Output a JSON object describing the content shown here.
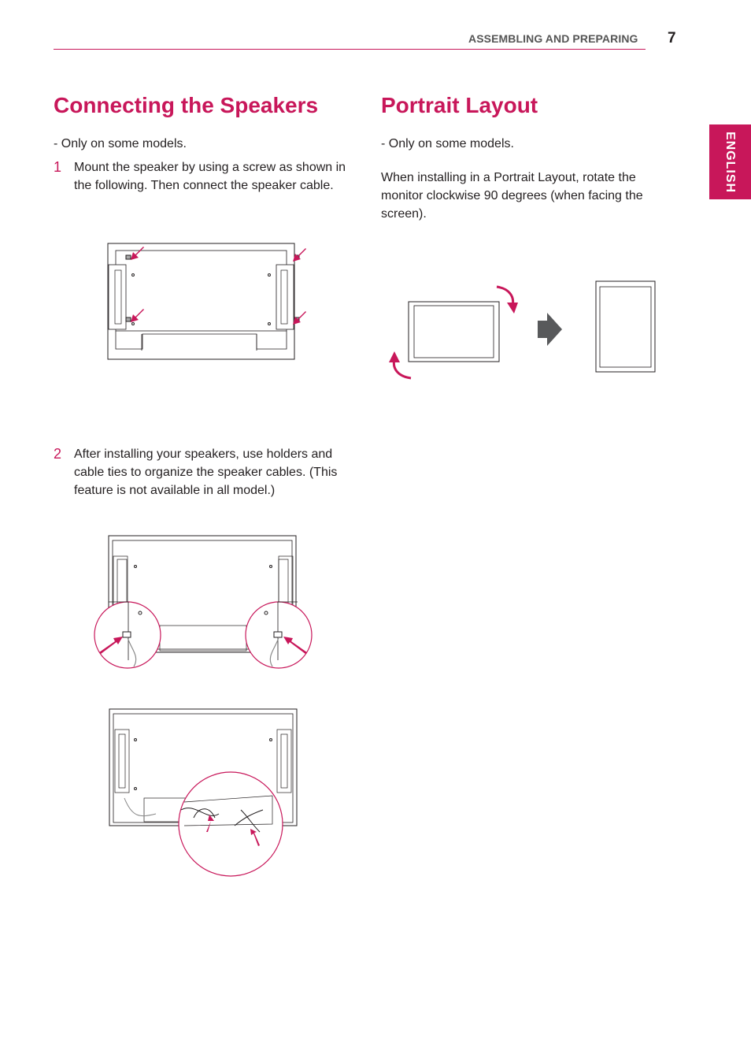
{
  "header": {
    "section_title": "ASSEMBLING AND PREPARING",
    "page_number": "7",
    "language_tab": "ENGLISH"
  },
  "left": {
    "title": "Connecting the Speakers",
    "note": "- Only on some models.",
    "steps": [
      {
        "number": "1",
        "text": "Mount the speaker by using a screw as shown in the following. Then connect the speaker cable."
      },
      {
        "number": "2",
        "text": "After installing your speakers, use holders and cable ties to organize the speaker cables. (This feature is not available in all model.)"
      }
    ]
  },
  "right": {
    "title": "Portrait Layout",
    "note": "- Only on some models.",
    "paragraph": "When installing in a Portrait Layout, rotate the monitor clockwise 90 degrees (when facing the screen)."
  },
  "colors": {
    "accent": "#c8175a",
    "text": "#231f20",
    "arrow_gray": "#58595b"
  }
}
